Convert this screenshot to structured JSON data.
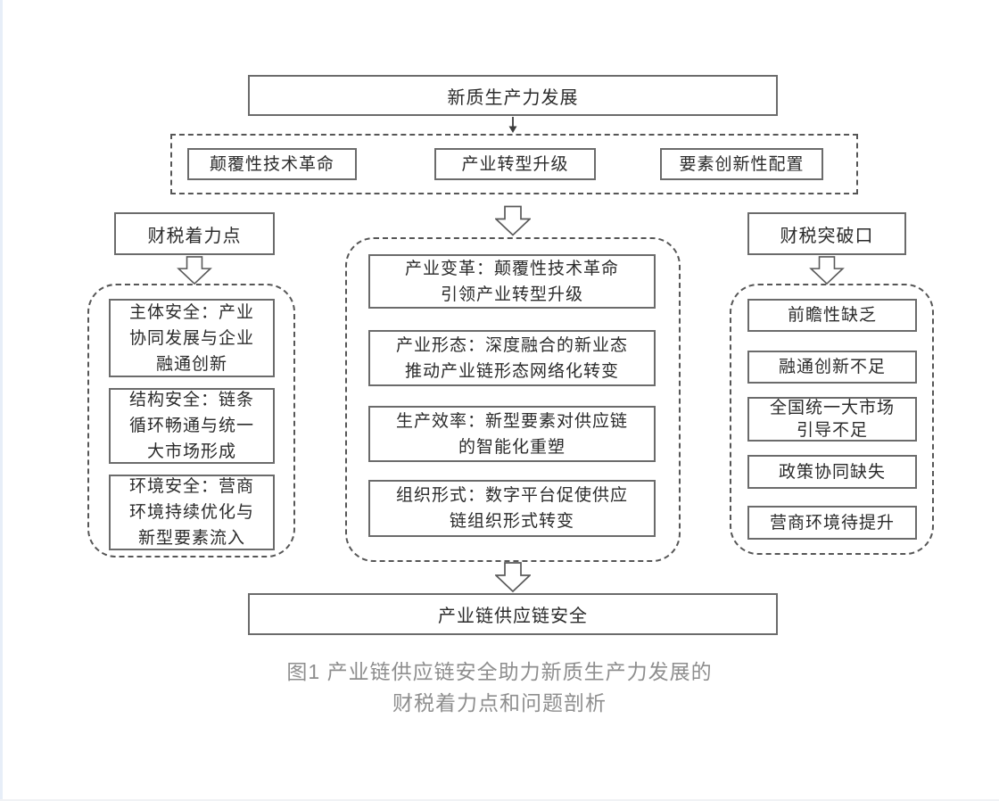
{
  "figure": {
    "top_box": "新质生产力发展",
    "drivers": [
      "颠覆性技术革命",
      "产业转型升级",
      "要素创新性配置"
    ],
    "left": {
      "header": "财税着力点",
      "items": [
        "主体安全：产业\n协同发展与企业\n融通创新",
        "结构安全：链条\n循环畅通与统一\n大市场形成",
        "环境安全：营商\n环境持续优化与\n新型要素流入"
      ]
    },
    "middle": {
      "items": [
        "产业变革：颠覆性技术革命\n引领产业转型升级",
        "产业形态：深度融合的新业态\n推动产业链形态网络化转变",
        "生产效率：新型要素对供应链\n的智能化重塑",
        "组织形式：数字平台促使供应\n链组织形式转变"
      ]
    },
    "right": {
      "header": "财税突破口",
      "items": [
        "前瞻性缺乏",
        "融通创新不足",
        "全国统一大市场\n引导不足",
        "政策协同缺失",
        "营商环境待提升"
      ]
    },
    "bottom_box": "产业链供应链安全",
    "caption": "图1 产业链供应链安全助力新质生产力发展的\n财税着力点和问题剖析"
  },
  "colors": {
    "box_border": "#6b6b6b",
    "dashed_border": "#565656",
    "text": "#2b2b2b",
    "caption_text": "#8e8e8e",
    "background": "#ffffff"
  }
}
